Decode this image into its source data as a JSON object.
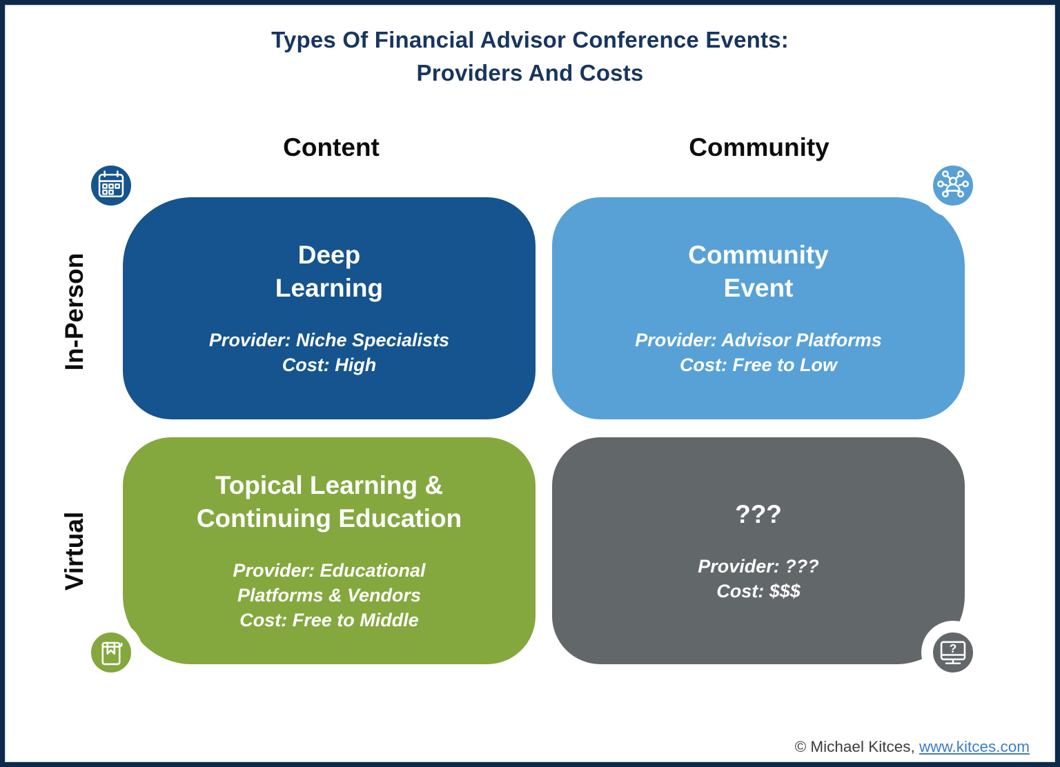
{
  "page": {
    "title_line1": "Types Of Financial Advisor Conference Events:",
    "title_line2": "Providers And Costs"
  },
  "matrix": {
    "column_headers": [
      {
        "label": "Content"
      },
      {
        "label": "Community"
      }
    ],
    "row_headers": [
      {
        "label": "In-Person"
      },
      {
        "label": "Virtual"
      }
    ],
    "quadrants": [
      {
        "name": "in-person-content",
        "icon": "calendar-icon",
        "color": "#15548e",
        "title": "Deep\nLearning",
        "details": "Provider: Niche Specialists\nCost: High"
      },
      {
        "name": "in-person-community",
        "icon": "people-network-icon",
        "color": "#58a1d7",
        "title": "Community\nEvent",
        "details": "Provider: Advisor Platforms\nCost: Free to Low"
      },
      {
        "name": "virtual-content",
        "icon": "book-bookmark-icon",
        "color": "#84a83e",
        "title": "Topical Learning &\nContinuing Education",
        "details": "Provider: Educational\nPlatforms & Vendors\nCost: Free to Middle"
      },
      {
        "name": "virtual-community",
        "icon": "monitor-question-icon",
        "color": "#62676a",
        "title": "???",
        "details": "Provider: ???\nCost: $$$"
      }
    ]
  },
  "footer": {
    "copyright_text": "© Michael Kitces, ",
    "link_text": "www.kitces.com",
    "link_color": "#3d7dc8"
  },
  "colors": {
    "frame_navy": "#0d2a4b",
    "title_navy": "#17355f",
    "dark_blue": "#15548e",
    "light_blue": "#58a1d7",
    "green": "#84a83e",
    "gray": "#62676a"
  }
}
